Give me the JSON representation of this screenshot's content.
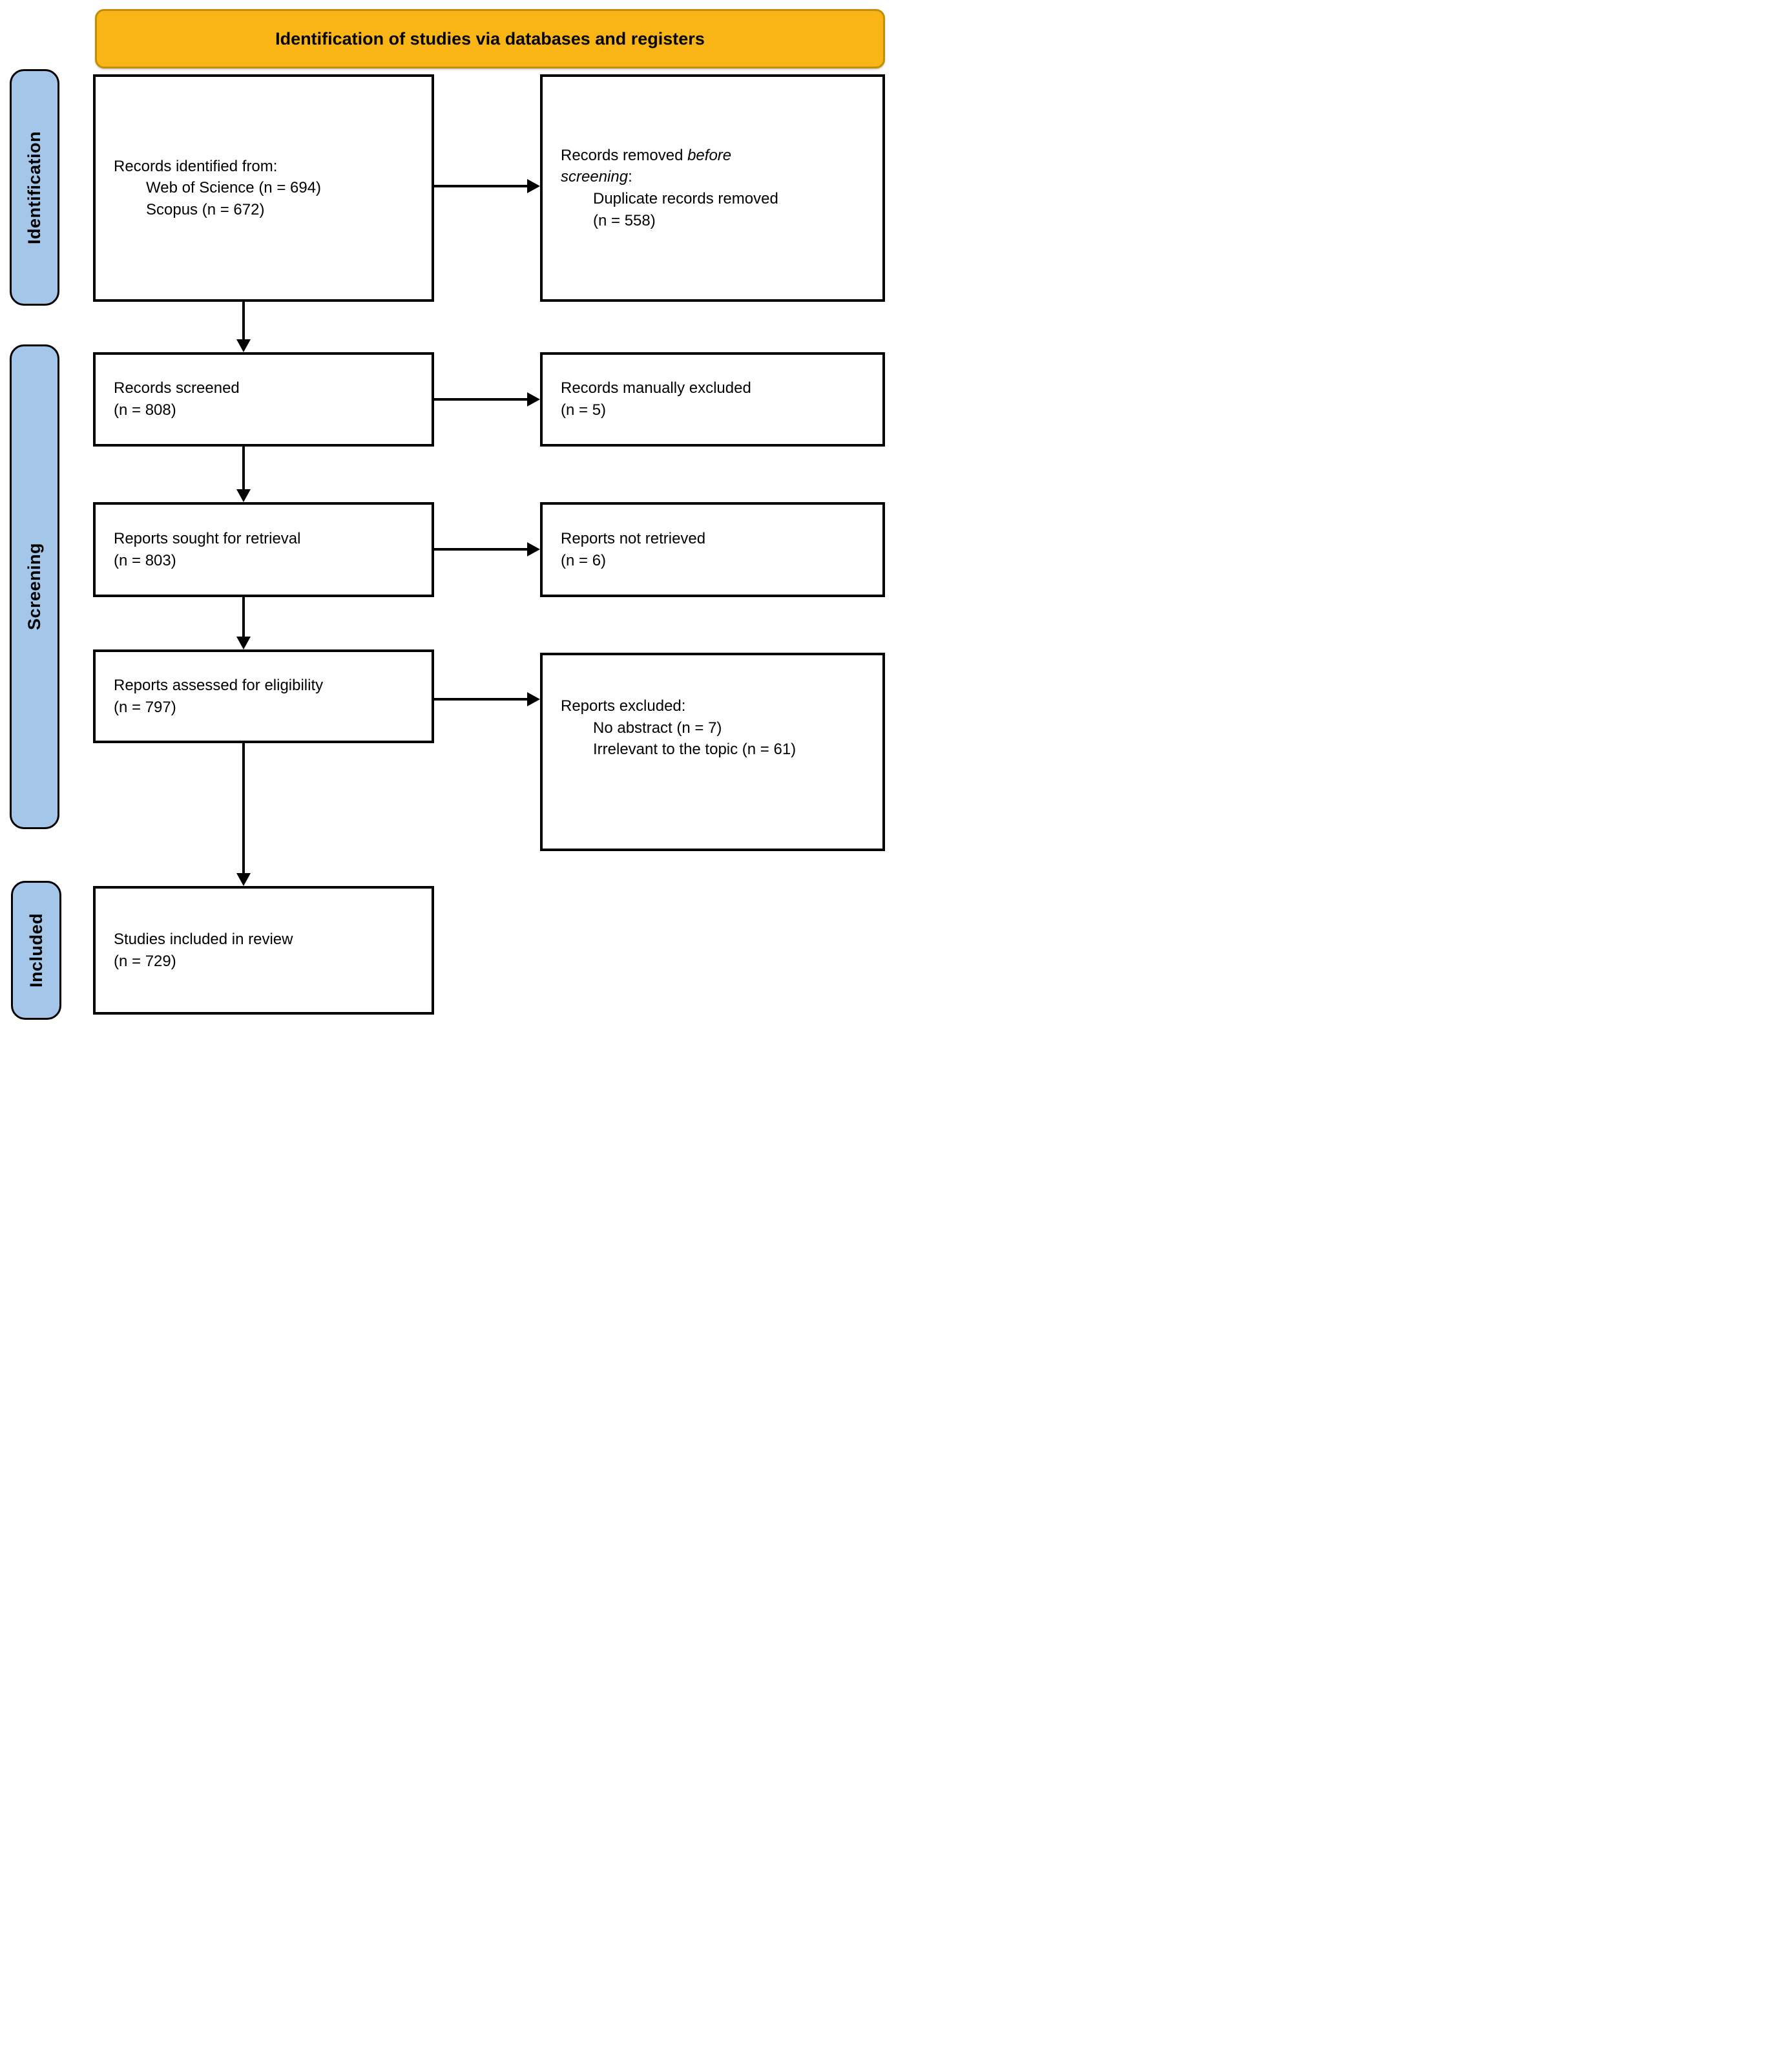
{
  "banner": {
    "title": "Identification of studies via databases and registers",
    "bg_color": "#F9B415",
    "border_color": "#C18E06"
  },
  "stage_labels": [
    {
      "label": "Identification"
    },
    {
      "label": "Screening"
    },
    {
      "label": "Included"
    }
  ],
  "stage_bg_color": "#A4C7E9",
  "boxes": {
    "identified": {
      "title": "Records identified from:",
      "items": [
        "Web of Science (n = 694)",
        "Scopus (n = 672)"
      ]
    },
    "removed": {
      "title_prefix": "Records removed ",
      "title_italic_line1": "before",
      "title_italic_line2": "screening",
      "title_suffix": ":",
      "items": [
        "Duplicate records removed",
        "(n = 558)"
      ]
    },
    "screened": {
      "lines": [
        "Records screened",
        "(n = 808)"
      ]
    },
    "manually_excluded": {
      "lines": [
        "Records manually excluded",
        "(n = 5)"
      ]
    },
    "sought": {
      "lines": [
        "Reports sought for retrieval",
        "(n = 803)"
      ]
    },
    "not_retrieved": {
      "lines": [
        "Reports not retrieved",
        "(n = 6)"
      ]
    },
    "assessed": {
      "lines": [
        "Reports assessed for eligibility",
        "(n = 797)"
      ]
    },
    "excluded": {
      "title": "Reports excluded:",
      "items": [
        "No abstract (n = 7)",
        "Irrelevant to the topic (n = 61)"
      ]
    },
    "included": {
      "lines": [
        "Studies included in review",
        "(n = 729)"
      ]
    }
  }
}
